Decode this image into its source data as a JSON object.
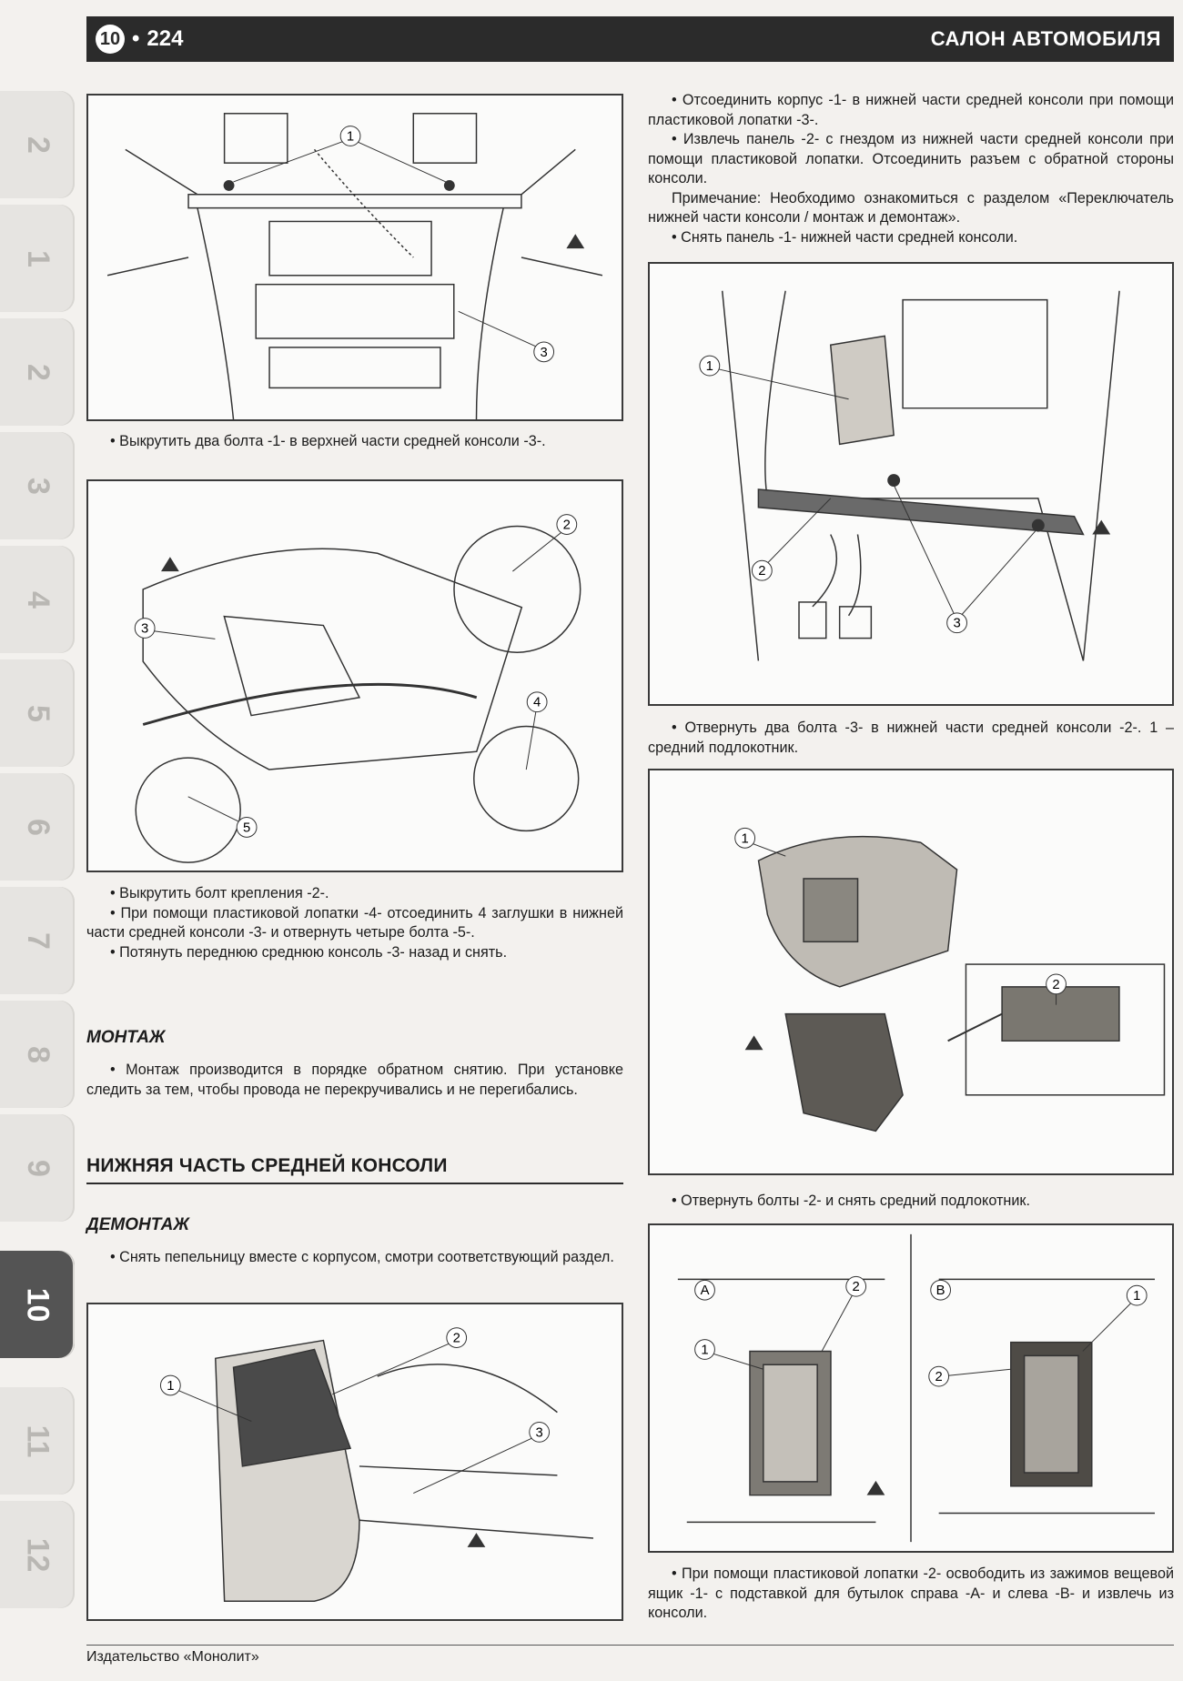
{
  "header": {
    "chapter": "10",
    "page_number": "224",
    "title": "САЛОН АВТОМОБИЛЯ"
  },
  "side_tabs": [
    "2",
    "1",
    "2",
    "3",
    "4",
    "5",
    "6",
    "7",
    "8",
    "9",
    "10",
    "11",
    "12"
  ],
  "active_tab": "10",
  "figures": {
    "fig1": {
      "callouts": [
        "1",
        "3"
      ]
    },
    "fig2": {
      "callouts": [
        "2",
        "3",
        "4",
        "5"
      ]
    },
    "fig3": {
      "callouts": [
        "1",
        "2",
        "3"
      ]
    },
    "fig4": {
      "callouts": [
        "1",
        "2",
        "3"
      ]
    },
    "fig5": {
      "callouts": [
        "1",
        "2"
      ]
    },
    "fig6": {
      "callouts": [
        "A",
        "1",
        "2",
        "B",
        "1",
        "2"
      ]
    }
  },
  "left": {
    "cap1": "Выкрутить два болта -1- в верхней части средней консоли -3-.",
    "cap2_a": "Выкрутить болт крепления -2-.",
    "cap2_b": "При помощи пластиковой лопатки -4- отсоединить 4 заглушки в нижней части средней консоли -3- и отвернуть четыре болта -5-.",
    "cap2_c": "Потянуть переднюю среднюю консоль -3- назад и снять.",
    "montazh_title": "МОНТАЖ",
    "montazh_text": "Монтаж производится в порядке обратном снятию. При установке следить за тем, чтобы провода не перекручивались и не перегибались.",
    "section_title": "НИЖНЯЯ ЧАСТЬ СРЕДНЕЙ КОНСОЛИ",
    "demontazh_title": "ДЕМОНТАЖ",
    "demontazh_text": "Снять пепельницу вместе с корпусом, смотри соответствующий раздел."
  },
  "right": {
    "t1": "Отсоединить корпус -1- в нижней части средней консоли при помощи пластиковой лопатки -3-.",
    "t2": "Извлечь панель -2- с гнездом из нижней части средней консоли при помощи пластиковой лопатки. Отсоединить разъем с обратной стороны консоли.",
    "t3": "Примечание: Необходимо ознакомиться с разделом «Переключатель нижней части консоли / монтаж и демонтаж».",
    "t4": "Снять панель -1- нижней части средней консоли.",
    "cap3": "Отвернуть два болта -3- в нижней части средней консоли -2-. 1 – средний подлокотник.",
    "cap4": "Отвернуть болты -2- и снять средний подлокотник.",
    "cap5": "При помощи пластиковой лопатки -2- освободить из зажимов вещевой ящик -1- с подставкой для бутылок справа -А- и слева -В- и извлечь из консоли."
  },
  "footer": {
    "publisher": "Издательство «Монолит»"
  }
}
